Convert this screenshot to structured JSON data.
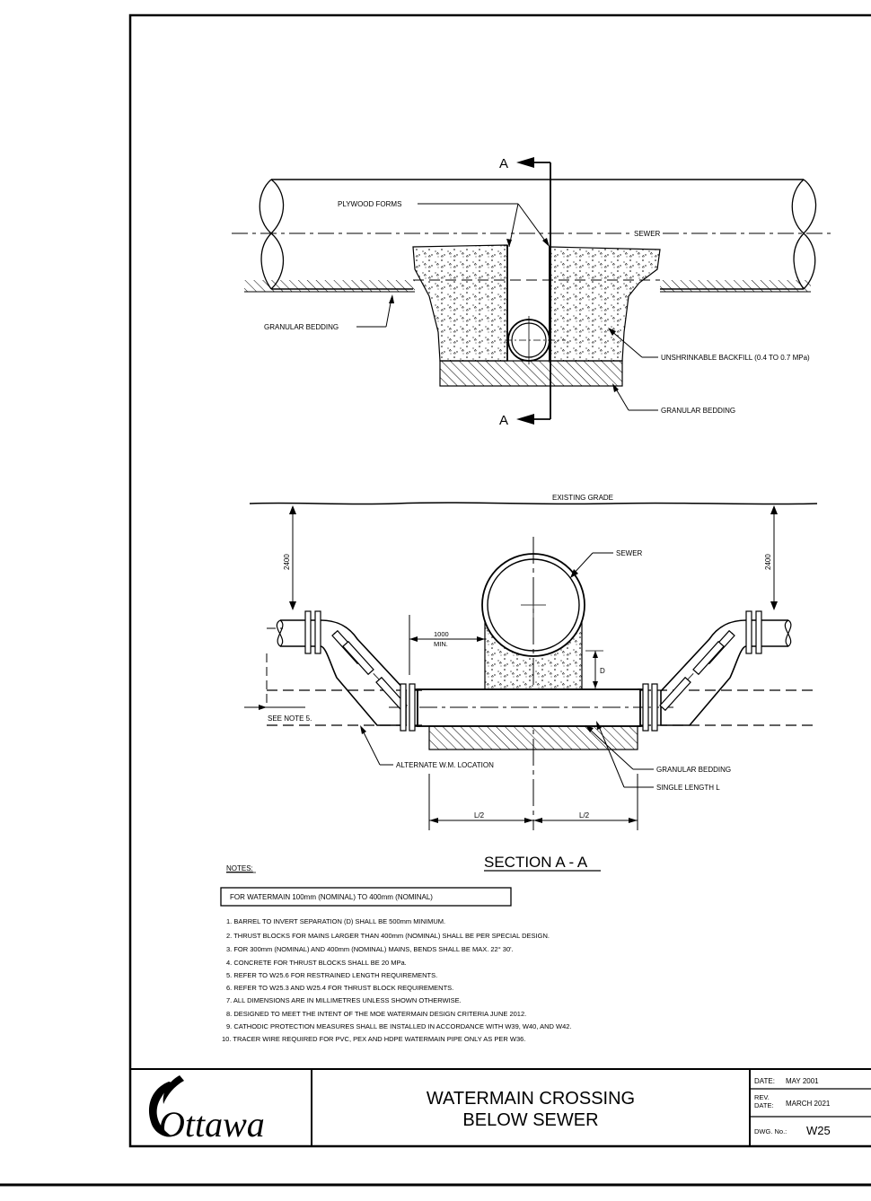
{
  "plan_view": {
    "section_marker_top": "A",
    "section_marker_bottom": "A",
    "labels": {
      "plywood_forms": "PLYWOOD FORMS",
      "sewer": "SEWER",
      "granular_bedding_left": "GRANULAR BEDDING",
      "unshrinkable_backfill": "UNSHRINKABLE BACKFILL (0.4 TO 0.7 MPa)",
      "granular_bedding_right": "GRANULAR BEDDING"
    }
  },
  "section_view": {
    "labels": {
      "existing_grade": "EXISTING GRADE",
      "sewer": "SEWER",
      "dim_left": "2400",
      "dim_right": "2400",
      "min_dim_value": "1000",
      "min_dim_unit": "MIN.",
      "d_label": "D",
      "see_note": "SEE NOTE 5.",
      "alternate_wm": "ALTERNATE W.M. LOCATION",
      "granular_bedding": "GRANULAR BEDDING",
      "single_length": "SINGLE LENGTH L",
      "half_left": "L/2",
      "half_right": "L/2"
    },
    "title": "SECTION A - A"
  },
  "notes": {
    "heading": "NOTES:",
    "scope": "FOR WATERMAIN 100mm (NOMINAL) TO 400mm (NOMINAL)",
    "items": [
      "1. BARREL TO INVERT SEPARATION (D) SHALL BE 500mm MINIMUM.",
      "2. THRUST BLOCKS FOR MAINS LARGER THAN 400mm (NOMINAL) SHALL BE PER SPECIAL DESIGN.",
      "3. FOR 300mm (NOMINAL) AND 400mm (NOMINAL) MAINS, BENDS SHALL BE MAX. 22° 30'.",
      "4. CONCRETE FOR THRUST BLOCKS SHALL BE 20 MPa.",
      "5. REFER TO W25.6 FOR RESTRAINED LENGTH REQUIREMENTS.",
      "6. REFER TO W25.3 AND W25.4 FOR THRUST BLOCK REQUIREMENTS.",
      "7. ALL DIMENSIONS ARE IN MILLIMETRES UNLESS SHOWN OTHERWISE.",
      "8. DESIGNED TO MEET THE INTENT OF THE MOE WATERMAIN DESIGN CRITERIA JUNE 2012.",
      "9. CATHODIC PROTECTION MEASURES SHALL BE INSTALLED IN ACCORDANCE WITH W39, W40, AND W42.",
      "10. TRACER WIRE REQUIRED FOR PVC, PEX AND HDPE WATERMAIN PIPE ONLY AS PER W36."
    ]
  },
  "title_block": {
    "logo_text": "Ottawa",
    "title_line1": "WATERMAIN CROSSING",
    "title_line2": "BELOW SEWER",
    "date_label": "DATE:",
    "date_value": "MAY 2001",
    "rev_label_1": "REV.",
    "rev_label_2": "DATE:",
    "rev_value": "MARCH 2021",
    "dwg_label": "DWG. No.:",
    "dwg_value": "W25"
  }
}
